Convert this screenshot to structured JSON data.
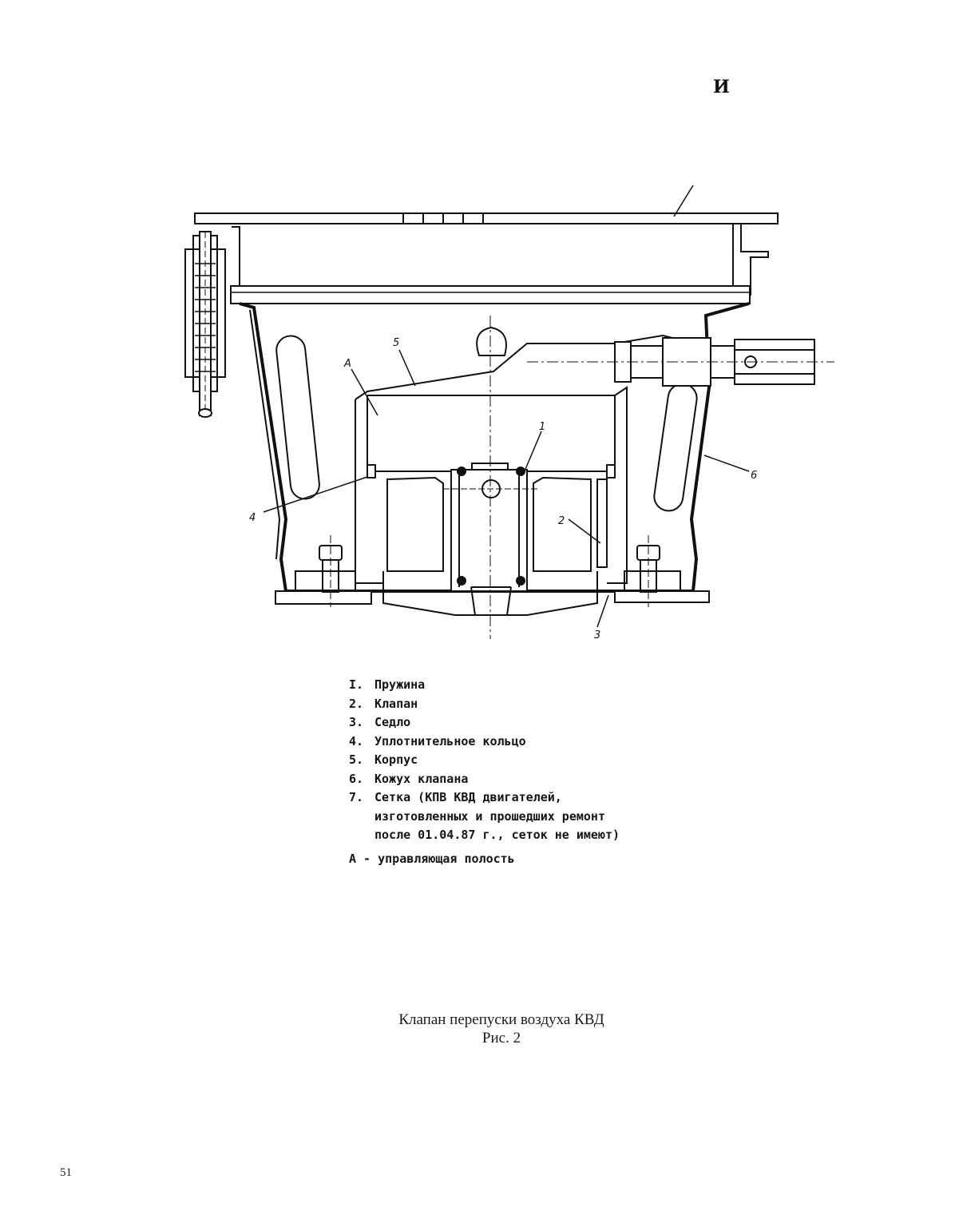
{
  "header": {
    "corner_mark": "И"
  },
  "figure": {
    "callouts": {
      "c1": "1",
      "c2": "2",
      "c3": "3",
      "c4": "4",
      "c5": "5",
      "c6": "6",
      "cA": "A"
    },
    "legend": [
      {
        "num": "I.",
        "text": "Пружина"
      },
      {
        "num": "2.",
        "text": "Клапан"
      },
      {
        "num": "3.",
        "text": "Седло"
      },
      {
        "num": "4.",
        "text": "Уплотнительное кольцо"
      },
      {
        "num": "5.",
        "text": "Корпус"
      },
      {
        "num": "6.",
        "text": "Кожух клапана"
      },
      {
        "num": "7.",
        "text": "Сетка (КПВ КВД двигателей,"
      }
    ],
    "legend_continuation": [
      "изготовленных и прошедших ремонт",
      "после 01.04.87 г., сеток не имеют)"
    ],
    "legend_note": "А - управляющая полость",
    "caption_line1": "Клапан перепуски воздуха КВД",
    "caption_line2": "Рис. 2"
  },
  "page_number": "51"
}
